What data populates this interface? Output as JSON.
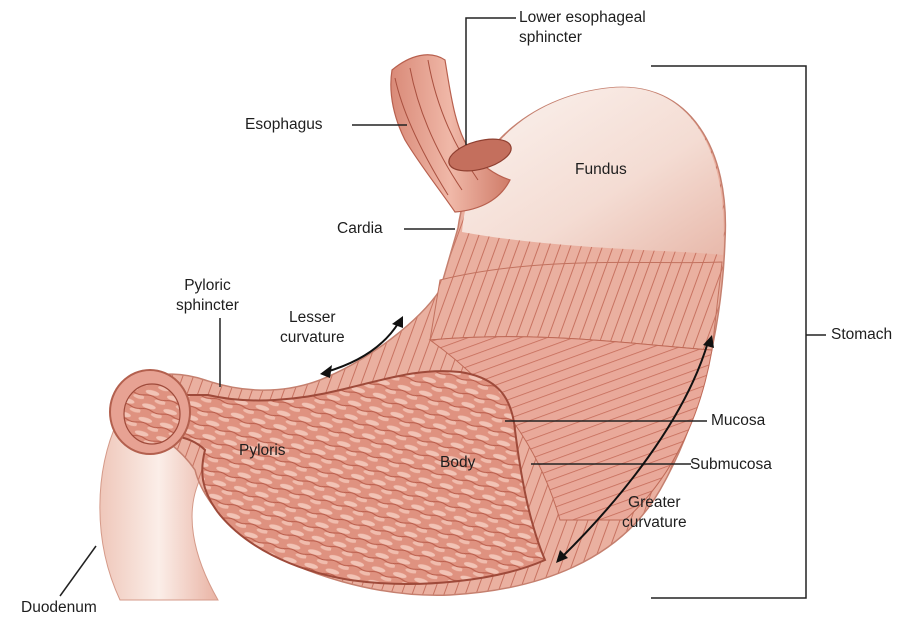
{
  "labels": {
    "lower_esophageal_sphincter": [
      "Lower esophageal",
      "sphincter"
    ],
    "esophagus": "Esophagus",
    "fundus": "Fundus",
    "cardia": "Cardia",
    "pyloric_sphincter": [
      "Pyloric",
      "sphincter"
    ],
    "lesser_curvature": [
      "Lesser",
      "curvature"
    ],
    "stomach": "Stomach",
    "mucosa": "Mucosa",
    "pyloris": "Pyloris",
    "body": "Body",
    "submucosa": "Submucosa",
    "greater_curvature": [
      "Greater",
      "curvature"
    ],
    "duodenum": "Duodenum"
  },
  "colors": {
    "muscle": "#e7a897",
    "muscle_dark": "#c9705f",
    "mucosa": "#e49682",
    "serosa": "#f7ece6",
    "lines": "#222222"
  }
}
